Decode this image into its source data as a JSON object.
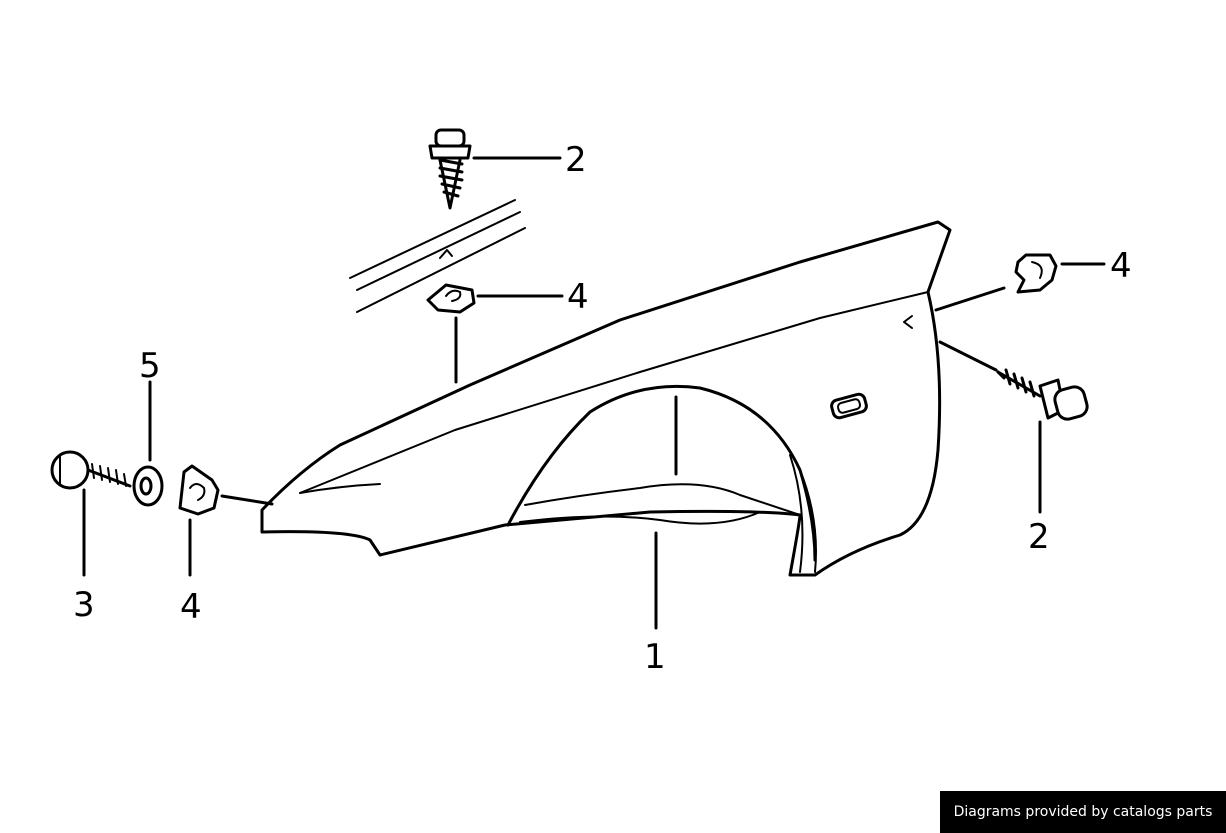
{
  "callouts": {
    "fender": "1",
    "top_screw": "2",
    "rear_screw": "2",
    "front_bolt": "3",
    "top_clip": "4",
    "rear_clip": "4",
    "front_clip": "4",
    "washer": "5"
  },
  "credit": "Diagrams provided by catalogs parts",
  "colors": {
    "line": "#000000",
    "background": "#ffffff",
    "credit_bg": "#000000",
    "credit_text": "#ffffff"
  }
}
